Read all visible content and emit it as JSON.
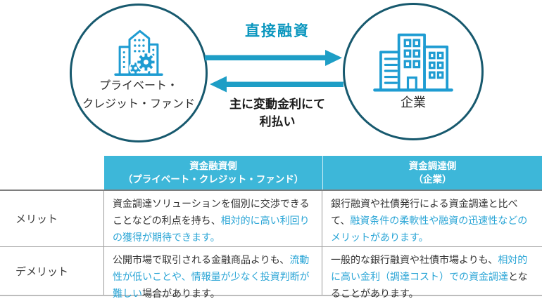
{
  "colors": {
    "accent_cyan_arrow": "#1E9EC6",
    "icon_cyan": "#1E9CD2",
    "circle_border_teal": "#17596E",
    "table_header_bg": "#3DB7D9",
    "highlight_text": "#2AA5D6",
    "body_text": "#333333",
    "direct_label_text": "#0A96BE"
  },
  "diagram": {
    "left_node": {
      "icon": "building-gear-icon",
      "label_line1": "プライベート・",
      "label_line2": "クレジット・ファンド"
    },
    "right_node": {
      "icon": "office-buildings-icon",
      "label": "企業"
    },
    "top_arrow_label": "直接融資",
    "bottom_arrow_label_line1": "主に変動金利にて",
    "bottom_arrow_label_line2": "利払い"
  },
  "table": {
    "headers": [
      {
        "line1": "資金融資側",
        "line2": "（プライベート・クレジット・ファンド）"
      },
      {
        "line1": "資金調達側",
        "line2": "（企業）"
      }
    ],
    "rows": [
      {
        "label": "メリット",
        "cells": [
          {
            "segments": [
              {
                "text": "資金調達ソリューションを個別に交渉できることなどの利点を持ち、",
                "highlight": false
              },
              {
                "text": "相対的に高い利回りの獲得が期待できます。",
                "highlight": true
              }
            ]
          },
          {
            "segments": [
              {
                "text": "銀行融資や社債発行による資金調達と比べて、",
                "highlight": false
              },
              {
                "text": "融資条件の柔軟性や融資の迅速性などのメリットがあります。",
                "highlight": true
              }
            ]
          }
        ]
      },
      {
        "label": "デメリット",
        "cells": [
          {
            "segments": [
              {
                "text": "公開市場で取引される金融商品よりも、",
                "highlight": false
              },
              {
                "text": "流動性が低いことや、情報量が少なく投資判断が難しい",
                "highlight": true
              },
              {
                "text": "場合があります。",
                "highlight": false
              }
            ]
          },
          {
            "segments": [
              {
                "text": "一般的な銀行融資や社債市場よりも、",
                "highlight": false
              },
              {
                "text": "相対的に高い金利（調達コスト）での資金調達",
                "highlight": true
              },
              {
                "text": "となることがあります。",
                "highlight": false
              }
            ]
          }
        ]
      }
    ]
  }
}
